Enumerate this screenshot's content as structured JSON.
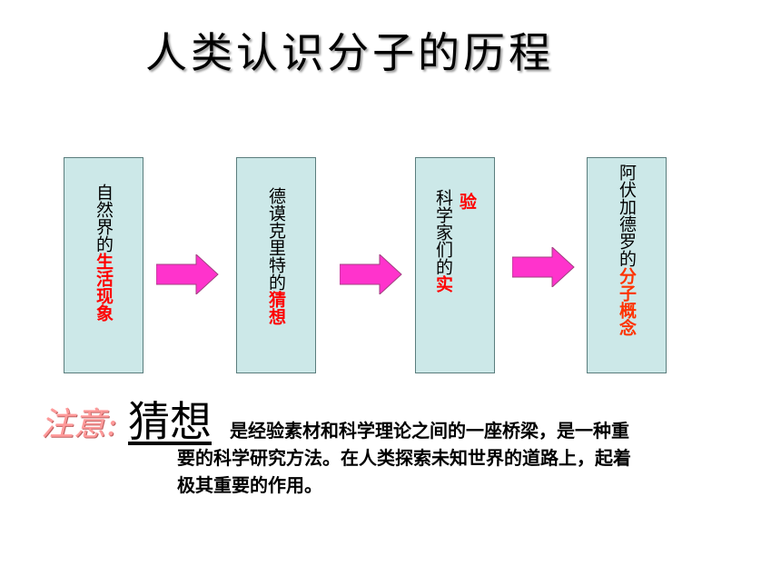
{
  "title": "人类认识分子的历程",
  "boxes": [
    {
      "normal": "自然界的",
      "highlight": "生活现象"
    },
    {
      "normal": "德谟克里特的",
      "highlight": "猜想"
    },
    {
      "col1_highlight": "验",
      "col2_normal": "科学家们的",
      "col2_highlight": "实"
    },
    {
      "normal": "阿伏加德罗的",
      "highlight": "分子概念"
    }
  ],
  "note": {
    "label": "注意:",
    "keyword": "猜想",
    "line1": "是经验素材和科学理论之间的一座桥梁，是一种重",
    "line2": "要的科学研究方法。在人类探索未知世界的道路上，起着",
    "line3": "极其重要的作用。"
  },
  "colors": {
    "box_fill": "#cce8e8",
    "box_border": "#5a7d7d",
    "arrow_fill": "#ff33cc",
    "highlight_red": "#ff0000",
    "highlight_orange": "#ff3300",
    "note_label": "#ff9a9a"
  },
  "icons": [
    "arrow-right-icon",
    "arrow-right-icon",
    "arrow-right-icon"
  ]
}
